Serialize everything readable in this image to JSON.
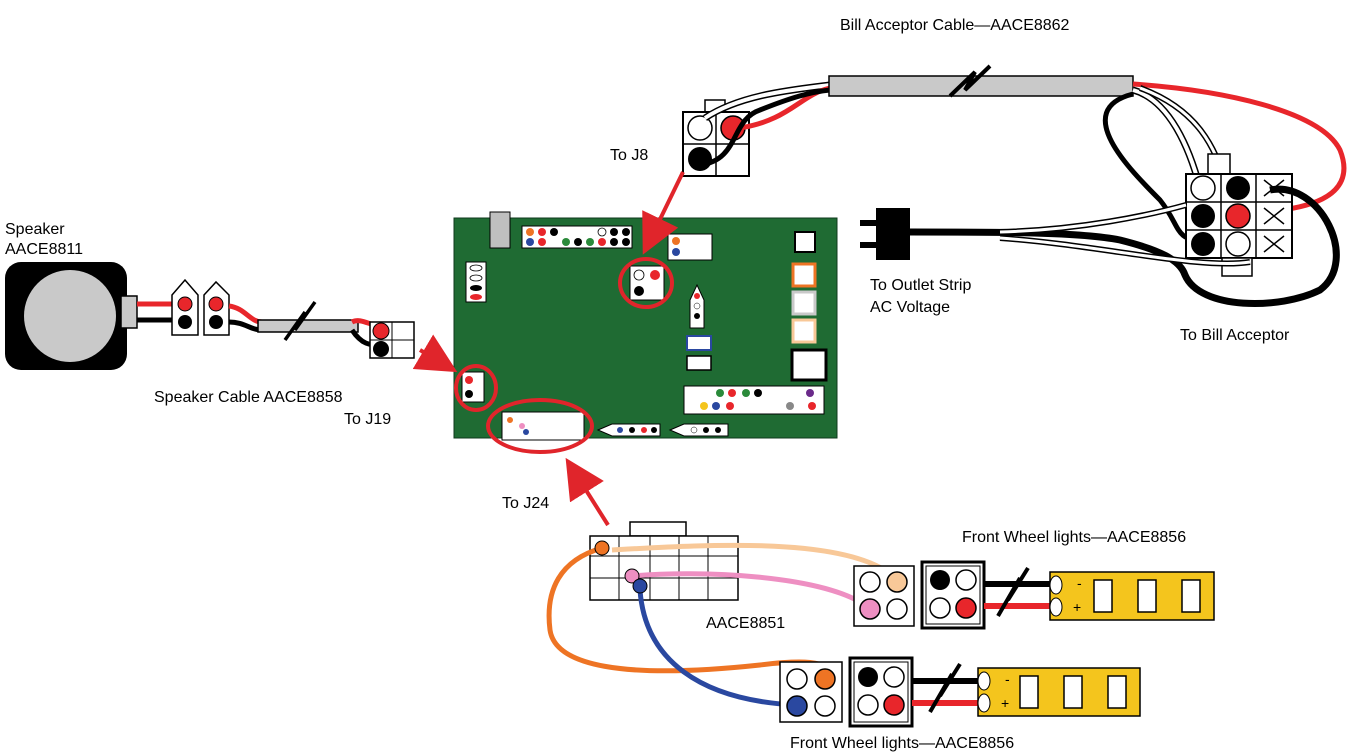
{
  "labels": {
    "bill_cable": "Bill Acceptor Cable—AACE8862",
    "to_j8": "To J8",
    "speaker_line1": "Speaker",
    "speaker_line2": "AACE8811",
    "to_outlet_line1": "To Outlet Strip",
    "to_outlet_line2": "AC Voltage",
    "to_bill_acceptor": "To Bill Acceptor",
    "speaker_cable": "Speaker Cable AACE8858",
    "to_j19": "To J19",
    "to_j24": "To J24",
    "front_wheel_top": "Front Wheel lights—AACE8856",
    "aace8851": "AACE8851",
    "front_wheel_bottom": "Front Wheel lights—AACE8856",
    "minus": "-",
    "plus": "+"
  },
  "colors": {
    "board": "#1f6b33",
    "wire_red": "#e8262b",
    "wire_black": "#000000",
    "wire_orange": "#ee7424",
    "wire_peach": "#f8c898",
    "wire_pink": "#ee8fc2",
    "wire_blue": "#2a48a0",
    "cable_gray": "#c9c9c9",
    "led_yellow": "#f4c51d",
    "highlight": "#e0252b"
  }
}
